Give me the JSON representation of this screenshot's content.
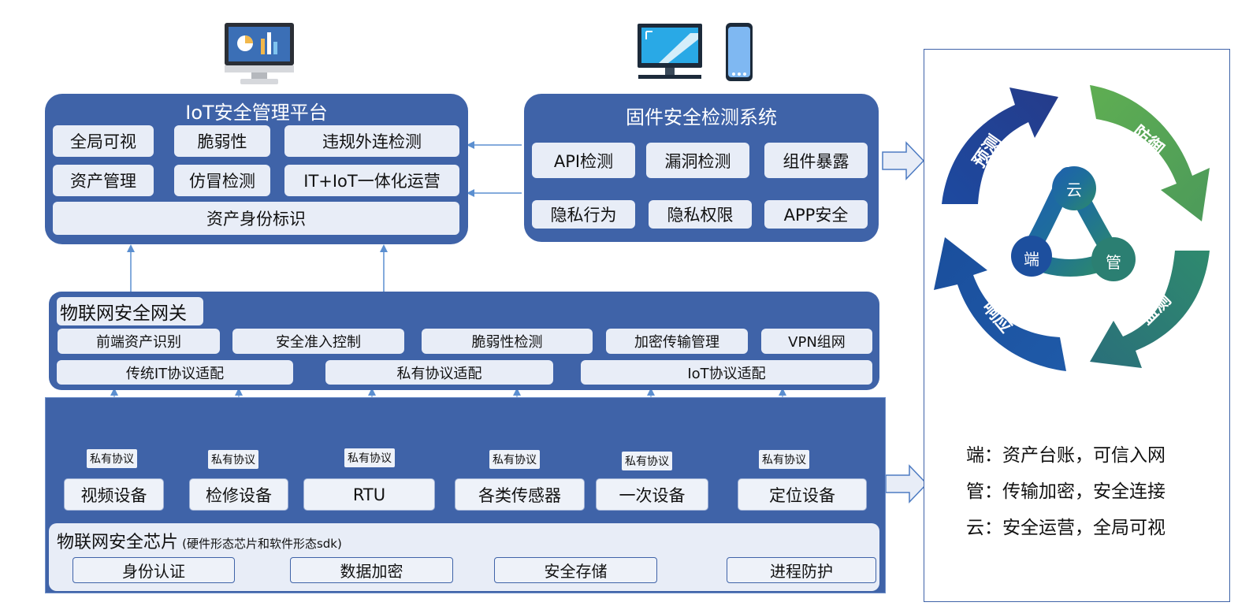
{
  "platform": {
    "title": "IoT安全管理平台",
    "items": [
      "全局可视",
      "脆弱性",
      "违规外连检测",
      "资产管理",
      "仿冒检测",
      "IT+IoT一体化运营"
    ],
    "bottom": "资产身份标识"
  },
  "firmware": {
    "title": "固件安全检测系统",
    "items": [
      "API检测",
      "漏洞检测",
      "组件暴露",
      "隐私行为",
      "隐私权限",
      "APP安全"
    ]
  },
  "gateway": {
    "title": "物联网安全网关",
    "row1": [
      "前端资产识别",
      "安全准入控制",
      "脆弱性检测",
      "加密传输管理",
      "VPN组网"
    ],
    "row2": [
      "传统IT协议适配",
      "私有协议适配",
      "IoT协议适配"
    ]
  },
  "devices": {
    "protocol_label": "私有协议",
    "items": [
      "视频设备",
      "检修设备",
      "RTU",
      "各类传感器",
      "一次设备",
      "定位设备"
    ]
  },
  "chip": {
    "title": "物联网安全芯片",
    "subtitle": "(硬件形态芯片和软件形态sdk)",
    "items": [
      "身份认证",
      "数据加密",
      "安全存储",
      "进程防护"
    ]
  },
  "cycle": {
    "arrows": [
      "预测",
      "防御",
      "监测",
      "响应"
    ],
    "nodes": [
      "云",
      "端",
      "管"
    ]
  },
  "legend": [
    "端：资产台账，可信入网",
    "管：传输加密，安全连接",
    "云：安全运营，全局可视"
  ],
  "colors": {
    "panel": "#3f63a8",
    "pill": "#e8edf7",
    "arrow_predict": "#1f3f93",
    "arrow_defend": "#5aa456",
    "arrow_monitor": "#2d7f72",
    "arrow_respond": "#1d56a8"
  }
}
